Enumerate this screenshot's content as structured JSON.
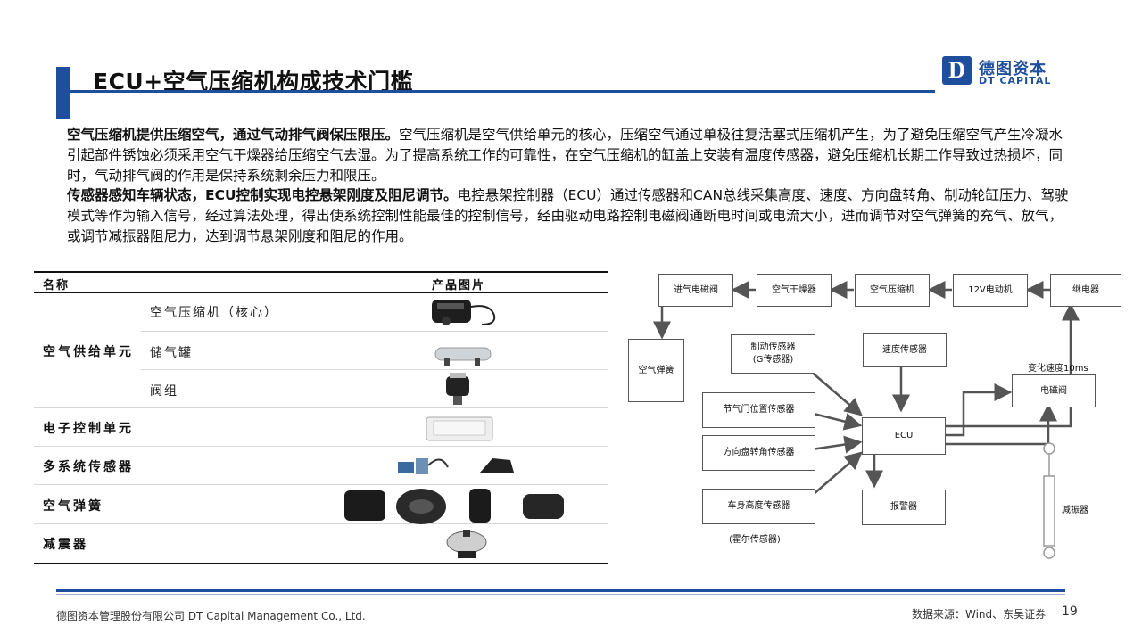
{
  "header": {
    "title": "ECU+空气压缩机构成技术门槛",
    "logo_mark": "D",
    "logo_cn": "德图资本",
    "logo_en": "DT CAPITAL"
  },
  "paragraphs": [
    {
      "bold": "空气压缩机提供压缩空气，通过气动排气阀保压限压。",
      "text": "空气压缩机是空气供给单元的核心，压缩空气通过单极往复活塞式压缩机产生，为了避免压缩空气产生冷凝水引起部件锈蚀必须采用空气干燥器给压缩空气去湿。为了提高系统工作的可靠性，在空气压缩机的缸盖上安装有温度传感器，避免压缩机长期工作导致过热损坏，同时，气动排气阀的作用是保持系统剩余压力和限压。"
    },
    {
      "bold": "传感器感知车辆状态，ECU控制实现电控悬架刚度及阻尼调节。",
      "text": "电控悬架控制器（ECU）通过传感器和CAN总线采集高度、速度、方向盘转角、制动轮缸压力、驾驶模式等作为输入信号，经过算法处理，得出使系统控制性能最佳的控制信号，经由驱动电路控制电磁阀通断电时间或电流大小，进而调节对空气弹簧的充气、放气，或调节减振器阻尼力，达到调节悬架刚度和阻尼的作用。"
    }
  ],
  "table": {
    "headers": [
      "名称",
      "产品图片"
    ],
    "categories": [
      "空气供给单元",
      "电子控制单元",
      "多系统传感器",
      "空气弹簧",
      "减震器"
    ],
    "air_supply_items": [
      "空气压缩机（核心）",
      "储气罐",
      "阀组"
    ]
  },
  "diagram": {
    "nodes": {
      "inlet_valve": "进气电磁阀",
      "air_dryer": "空气干燥器",
      "compressor": "空气压缩机",
      "motor_12v": "12V电动机",
      "relay": "继电器",
      "air_spring": "空气弹簧",
      "brake_sensor": "制动传感器\n(G传感器)",
      "speed_sensor": "速度传感器",
      "throttle_sensor": "节气门位置传感器",
      "steering_sensor": "方向盘转角传感器",
      "ecu": "ECU",
      "height_sensor": "车身高度传感器",
      "hall_sensor": "(霍尔传感器)",
      "alarm": "报警器",
      "solenoid": "电磁阀",
      "speed_change": "变化速度10ms",
      "damper": "减振器"
    }
  },
  "footer": {
    "company": "德图资本管理股份有限公司 DT Capital Management Co., Ltd.",
    "source": "数据来源：Wind、东吴证券",
    "page": "19"
  },
  "colors": {
    "brand": "#1f4e9c"
  },
  "icons": [
    "compressor-image",
    "tank-image",
    "valve-image",
    "ecu-image",
    "sensor-image",
    "air-spring-image",
    "shock-absorber-image"
  ]
}
